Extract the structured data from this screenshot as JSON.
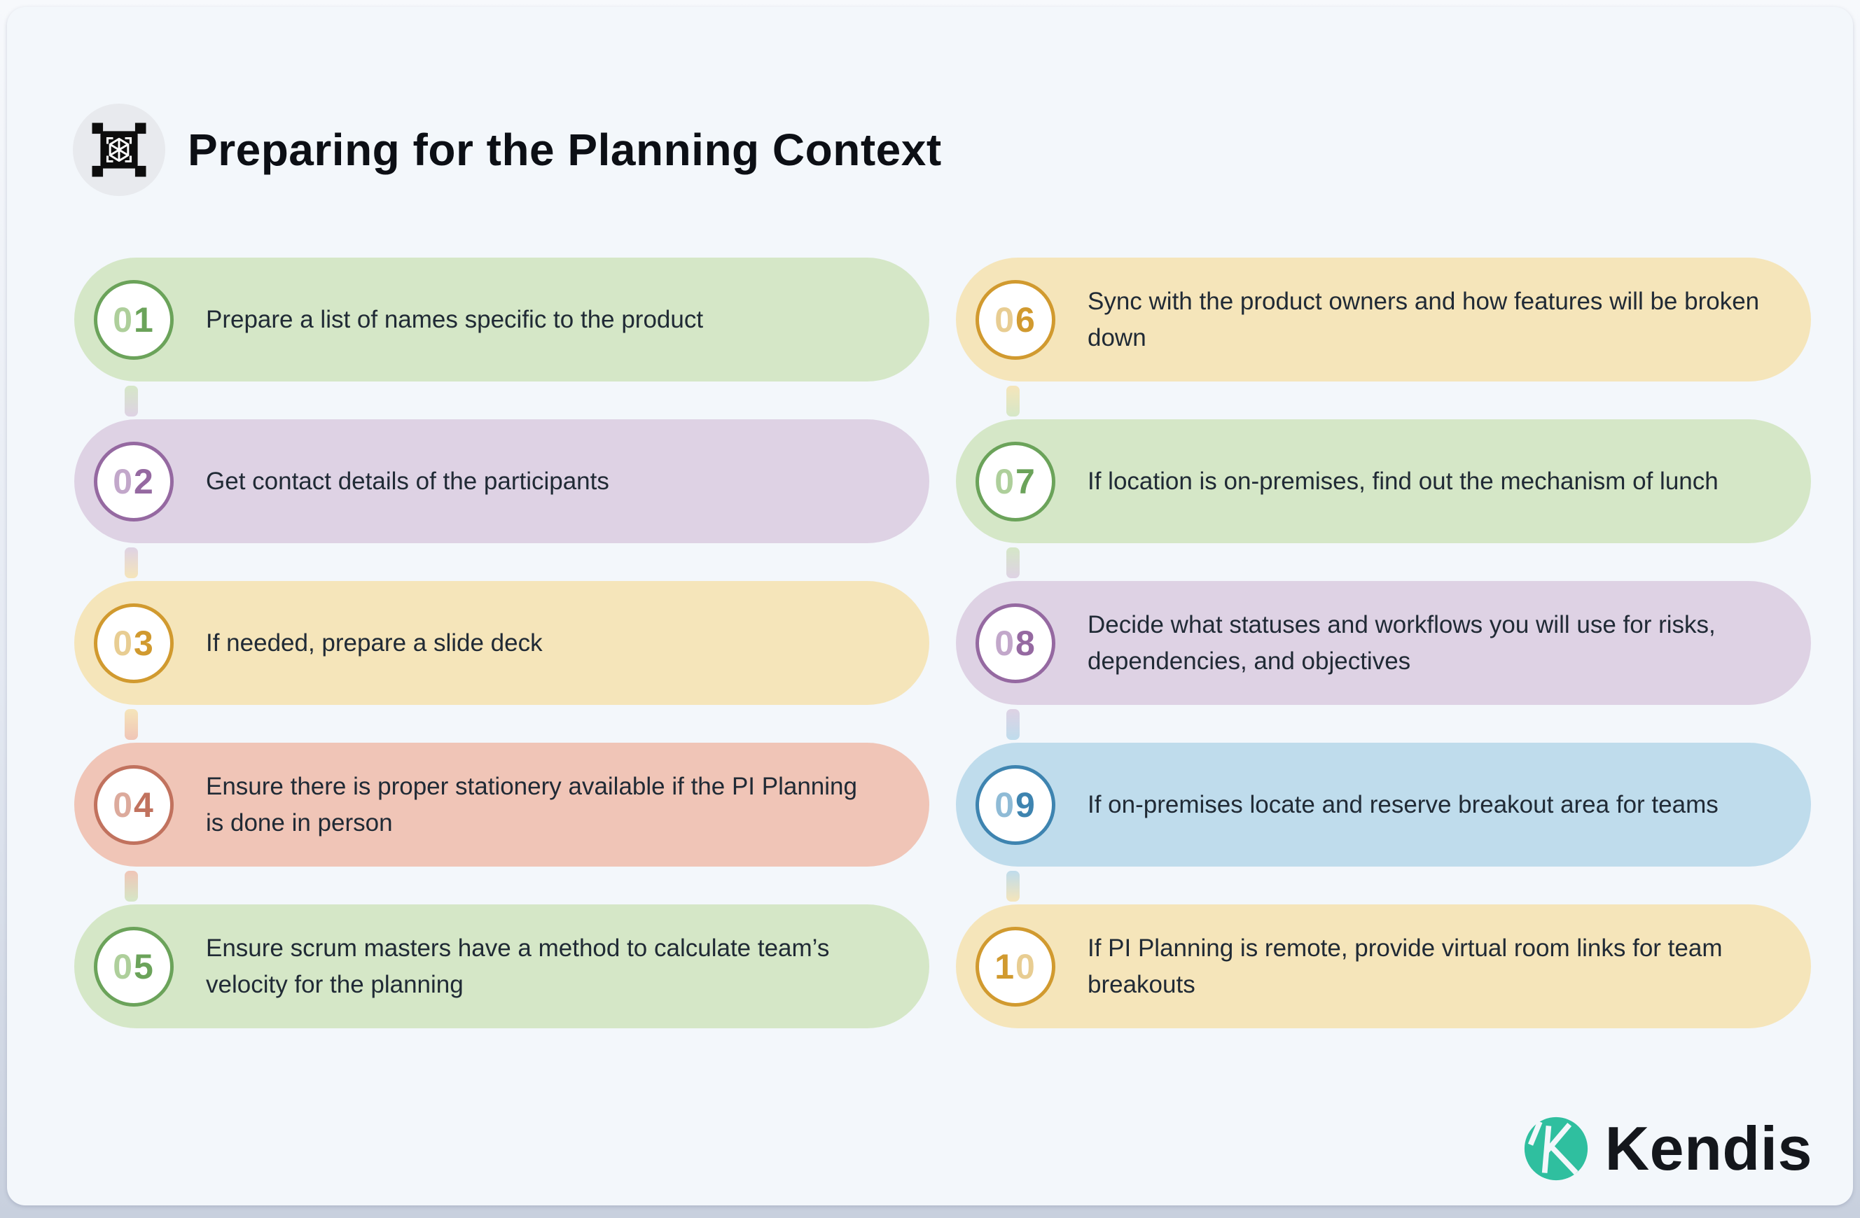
{
  "header": {
    "title": "Preparing for the Planning Context",
    "icon": "cube-scan-icon"
  },
  "footer": {
    "brand": "Kendis",
    "logo_icon": "kendis-k-icon",
    "logo_color": "#2fbf9f"
  },
  "palettes": {
    "green": {
      "bg": "#d5e7c7",
      "accent": "#6ba35a",
      "soft": "#aecf9b"
    },
    "purple": {
      "bg": "#ded2e4",
      "accent": "#9569a1",
      "soft": "#c2a7ca"
    },
    "yellow": {
      "bg": "#f5e5ba",
      "accent": "#d19a2f",
      "soft": "#e8cd92"
    },
    "salmon": {
      "bg": "#f0c5b7",
      "accent": "#c1725e",
      "soft": "#dcaa9c"
    },
    "blue": {
      "bg": "#bfdcec",
      "accent": "#3e84b0",
      "soft": "#8fbbd6"
    }
  },
  "columns": [
    {
      "steps": [
        {
          "num": "01",
          "digit_tones": [
            "soft",
            "accent"
          ],
          "palette": "green",
          "text": "Prepare a list of names specific to the product"
        },
        {
          "num": "02",
          "digit_tones": [
            "soft",
            "accent"
          ],
          "palette": "purple",
          "text": "Get contact details of the participants"
        },
        {
          "num": "03",
          "digit_tones": [
            "soft",
            "accent"
          ],
          "palette": "yellow",
          "text": "If needed, prepare a slide deck"
        },
        {
          "num": "04",
          "digit_tones": [
            "soft",
            "accent"
          ],
          "palette": "salmon",
          "text": "Ensure there is proper stationery available if the PI Planning is done in person"
        },
        {
          "num": "05",
          "digit_tones": [
            "soft",
            "accent"
          ],
          "palette": "green",
          "text": "Ensure scrum masters have a method to calculate team’s velocity for the planning"
        }
      ]
    },
    {
      "steps": [
        {
          "num": "06",
          "digit_tones": [
            "soft",
            "accent"
          ],
          "palette": "yellow",
          "text": "Sync with the product owners and how features will be broken down"
        },
        {
          "num": "07",
          "digit_tones": [
            "soft",
            "accent"
          ],
          "palette": "green",
          "text": "If location is on-premises, find out the mechanism of lunch"
        },
        {
          "num": "08",
          "digit_tones": [
            "soft",
            "accent"
          ],
          "palette": "purple",
          "text": "Decide what statuses and workflows you will use for risks, dependencies, and objectives"
        },
        {
          "num": "09",
          "digit_tones": [
            "soft",
            "accent"
          ],
          "palette": "blue",
          "text": "If on-premises locate and reserve breakout area for teams"
        },
        {
          "num": "10",
          "digit_tones": [
            "accent",
            "soft"
          ],
          "palette": "yellow",
          "text": "If PI Planning is remote, provide virtual room links for team breakouts"
        }
      ]
    }
  ]
}
